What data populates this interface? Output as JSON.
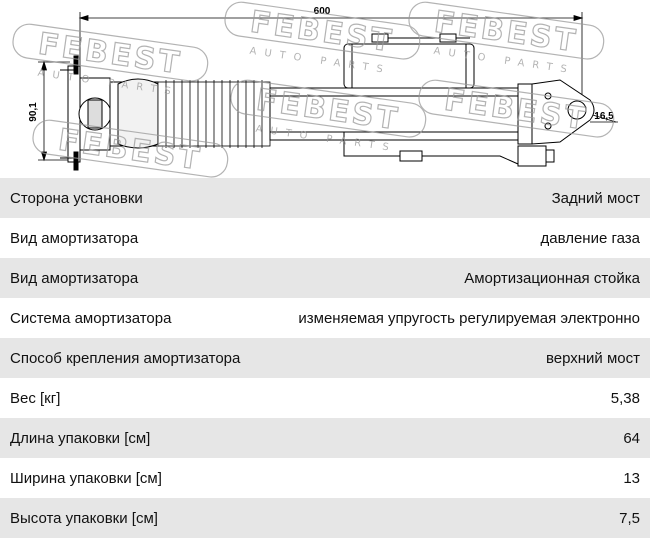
{
  "drawing": {
    "dimension_length": "600",
    "dimension_height": "90,1",
    "dimension_eye": "16,5",
    "watermark_brand": "FEBEST",
    "watermark_tagline": "AUTO PARTS"
  },
  "specs": [
    {
      "label": "Сторона установки",
      "value": "Задний мост"
    },
    {
      "label": "Вид амортизатора",
      "value": "давление газа"
    },
    {
      "label": "Вид амортизатора",
      "value": "Амортизационная стойка"
    },
    {
      "label": "Система амортизатора",
      "value": "изменяемая упругость регулируемая электронно"
    },
    {
      "label": "Способ крепления амортизатора",
      "value": "верхний мост"
    },
    {
      "label": "Вес [кг]",
      "value": "5,38"
    },
    {
      "label": "Длина упаковки [см]",
      "value": "64"
    },
    {
      "label": "Ширина упаковки [см]",
      "value": "13"
    },
    {
      "label": "Высота упаковки [см]",
      "value": "7,5"
    }
  ]
}
